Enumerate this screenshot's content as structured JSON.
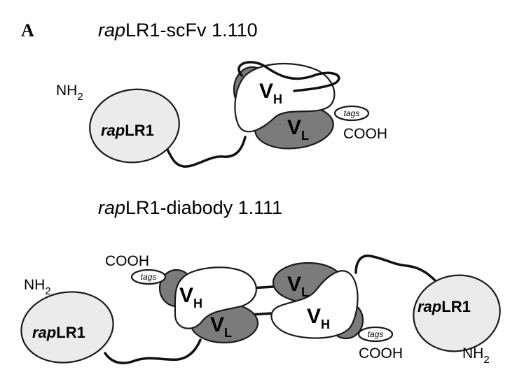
{
  "figure": {
    "panel_label": "A",
    "scfv": {
      "title_prefix": "rap",
      "title_suffix": "LR1-scFv 1.110",
      "n_terminus": "NH",
      "n_terminus_sub": "2",
      "c_terminus": "COOH",
      "domain_prefix": "rap",
      "domain_suffix": "LR1",
      "vh_main": "V",
      "vh_sub": "H",
      "vl_main": "V",
      "vl_sub": "L",
      "tag": "tags"
    },
    "diabody": {
      "title_prefix": "rap",
      "title_suffix": "LR1-diabody 1.111",
      "left_n_terminus": "NH",
      "left_n_terminus_sub": "2",
      "right_n_terminus": "NH",
      "right_n_terminus_sub": "2",
      "left_c_terminus": "COOH",
      "right_c_terminus": "COOH",
      "left_domain_prefix": "rap",
      "left_domain_suffix": "LR1",
      "right_domain_prefix": "rap",
      "right_domain_suffix": "LR1",
      "left_vh_main": "V",
      "left_vh_sub": "H",
      "left_vl_main": "V",
      "left_vl_sub": "L",
      "right_vl_main": "V",
      "right_vl_sub": "L",
      "right_vh_main": "V",
      "right_vh_sub": "H",
      "left_tag": "tags",
      "right_tag": "tags"
    },
    "colors": {
      "light_domain": "#ebebeb",
      "white_domain": "#ffffff",
      "dark_domain": "#7b7b7b"
    }
  }
}
